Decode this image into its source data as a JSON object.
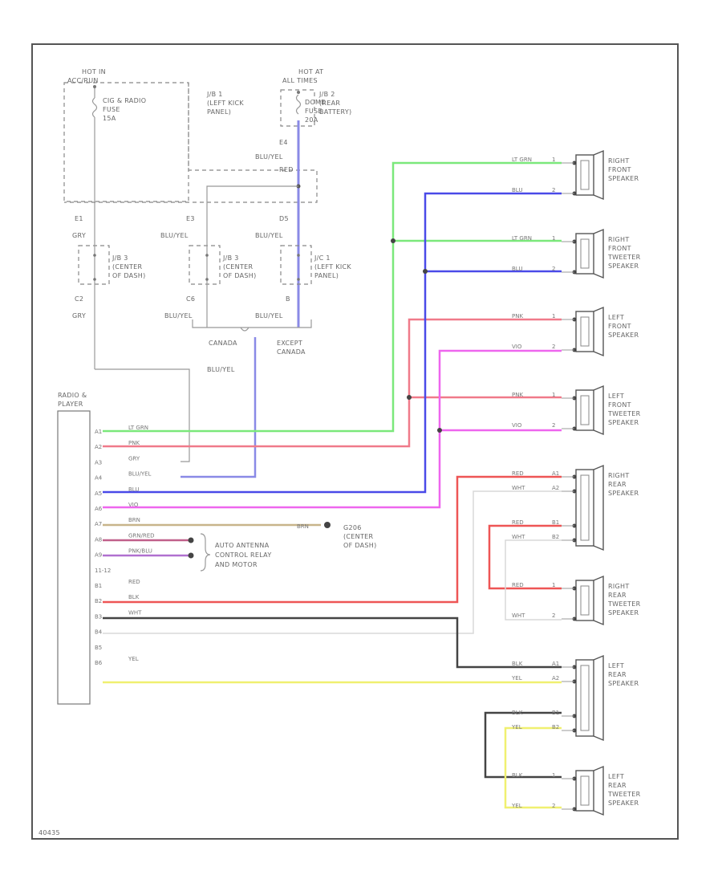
{
  "fuses": {
    "hot_in": [
      "HOT IN",
      "ACC/RUN"
    ],
    "hot_at": [
      "HOT AT",
      "ALL TIMES"
    ],
    "radio_fuse": [
      "CIG & RADIO",
      "FUSE",
      "15A"
    ],
    "dome_fuse": [
      "DOME",
      "FUSE",
      "20A"
    ]
  },
  "junction_blocks": {
    "jb1": [
      "J/B 1",
      "(LEFT KICK",
      "PANEL)"
    ],
    "jb2": [
      "J/B 2",
      "(REAR",
      "BATTERY)"
    ],
    "jb3a": [
      "J/B 3",
      "(CENTER",
      "OF DASH)"
    ],
    "jb3b": [
      "J/B 3",
      "(CENTER",
      "OF DASH)"
    ],
    "jc1": [
      "J/C 1",
      "(LEFT KICK",
      "PANEL)"
    ]
  },
  "connectors": {
    "e4": "E4",
    "e1": "E1",
    "e3": "E3",
    "d5": "D5",
    "c2": "C2",
    "c6": "C6",
    "b": "B"
  },
  "wire_labels": {
    "blu_yel": "BLU/YEL",
    "red": "RED",
    "gry": "GRY"
  },
  "variants": {
    "canada": "CANADA",
    "except_canada": [
      "EXCEPT",
      "CANADA"
    ]
  },
  "radio": {
    "title": [
      "RADIO &",
      "PLAYER"
    ],
    "pins": [
      {
        "pin": "A1",
        "wire": "LT GRN"
      },
      {
        "pin": "A2",
        "wire": "PNK"
      },
      {
        "pin": "A3",
        "wire": "GRY"
      },
      {
        "pin": "A4",
        "wire": "BLU/YEL"
      },
      {
        "pin": "A5",
        "wire": "BLU"
      },
      {
        "pin": "A6",
        "wire": "VIO"
      },
      {
        "pin": "A7",
        "wire": "BRN"
      },
      {
        "pin": "A8",
        "wire": "GRN/RED"
      },
      {
        "pin": "A9",
        "wire": "PNK/BLU"
      },
      {
        "pin": "11-12",
        "wire": ""
      },
      {
        "pin": "B1",
        "wire": "RED"
      },
      {
        "pin": "B2",
        "wire": "BLK"
      },
      {
        "pin": "B3",
        "wire": "WHT"
      },
      {
        "pin": "B4",
        "wire": ""
      },
      {
        "pin": "B5",
        "wire": ""
      },
      {
        "pin": "B6",
        "wire": "YEL"
      }
    ]
  },
  "ground": {
    "wire": "BRN",
    "label": [
      "G206",
      "(CENTER",
      "OF DASH)"
    ]
  },
  "antenna": [
    "AUTO ANTENNA",
    "CONTROL RELAY",
    "AND MOTOR"
  ],
  "speakers": [
    {
      "label": [
        "RIGHT",
        "FRONT",
        "SPEAKER"
      ],
      "wires": [
        {
          "name": "LT GRN",
          "pin": "1"
        },
        {
          "name": "BLU",
          "pin": "2"
        }
      ]
    },
    {
      "label": [
        "RIGHT",
        "FRONT",
        "TWEETER",
        "SPEAKER"
      ],
      "wires": [
        {
          "name": "LT GRN",
          "pin": "1"
        },
        {
          "name": "BLU",
          "pin": "2"
        }
      ]
    },
    {
      "label": [
        "LEFT",
        "FRONT",
        "SPEAKER"
      ],
      "wires": [
        {
          "name": "PNK",
          "pin": "1"
        },
        {
          "name": "VIO",
          "pin": "2"
        }
      ]
    },
    {
      "label": [
        "LEFT",
        "FRONT",
        "TWEETER",
        "SPEAKER"
      ],
      "wires": [
        {
          "name": "PNK",
          "pin": "1"
        },
        {
          "name": "VIO",
          "pin": "2"
        }
      ]
    },
    {
      "label": [
        "RIGHT",
        "REAR",
        "SPEAKER"
      ],
      "wires": [
        {
          "name": "RED",
          "pin": "A1"
        },
        {
          "name": "WHT",
          "pin": "A2"
        },
        {
          "name": "RED",
          "pin": "B1"
        },
        {
          "name": "WHT",
          "pin": "B2"
        }
      ]
    },
    {
      "label": [
        "RIGHT",
        "REAR",
        "TWEETER",
        "SPEAKER"
      ],
      "wires": [
        {
          "name": "RED",
          "pin": "1"
        },
        {
          "name": "WHT",
          "pin": "2"
        }
      ]
    },
    {
      "label": [
        "LEFT",
        "REAR",
        "SPEAKER"
      ],
      "wires": [
        {
          "name": "BLK",
          "pin": "A1"
        },
        {
          "name": "YEL",
          "pin": "A2"
        },
        {
          "name": "BLK",
          "pin": "B1"
        },
        {
          "name": "YEL",
          "pin": "B2"
        }
      ]
    },
    {
      "label": [
        "LEFT",
        "REAR",
        "TWEETER",
        "SPEAKER"
      ],
      "wires": [
        {
          "name": "BLK",
          "pin": "1"
        },
        {
          "name": "YEL",
          "pin": "2"
        }
      ]
    }
  ],
  "figure_id": "40435",
  "colors": {
    "lt_grn": "#7be87b",
    "pnk": "#f07a8a",
    "gry": "#b8b8b8",
    "blu_yel": "#8a8ae6",
    "blu": "#4a4ae8",
    "vio": "#ee66ee",
    "brn": "#c8b48a",
    "red": "#ee5555",
    "blk": "#444444",
    "wht": "#dddddd",
    "yel": "#f0f070"
  }
}
